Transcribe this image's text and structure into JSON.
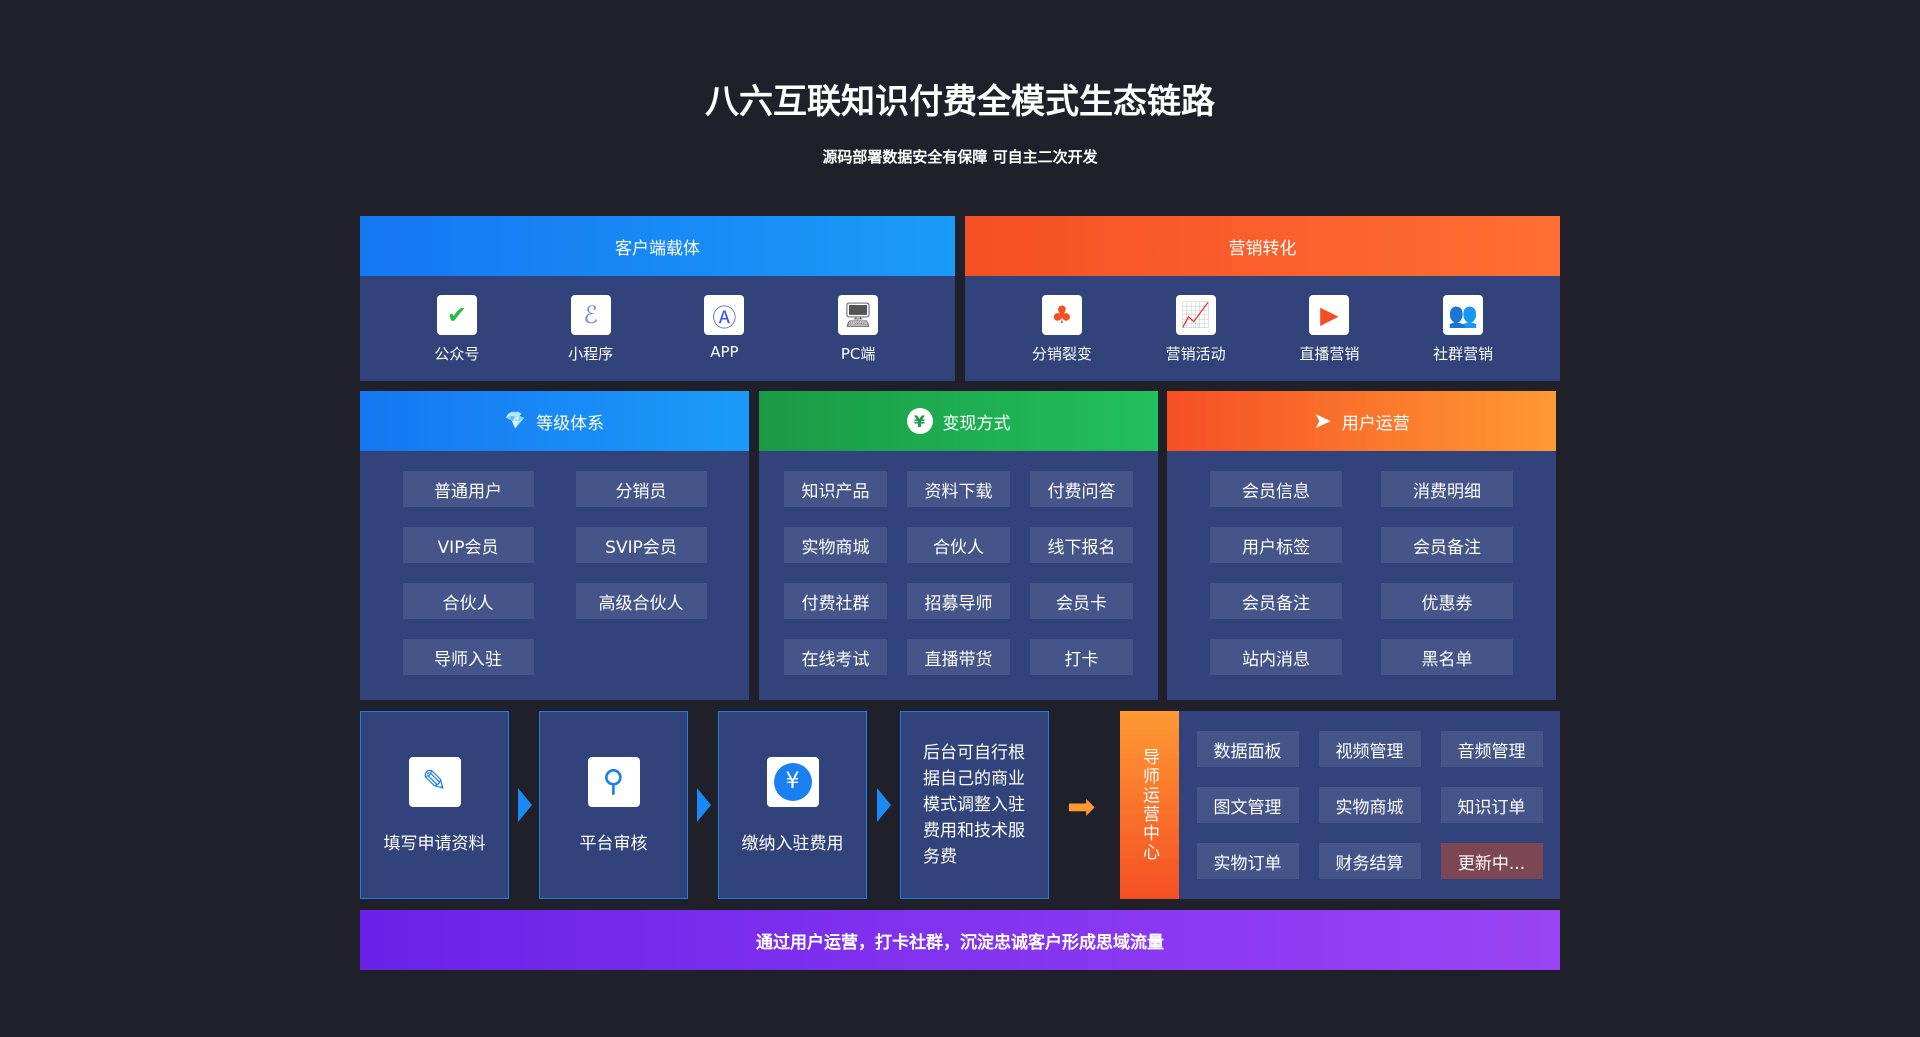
{
  "title": "八六互联知识付费全模式生态链路",
  "subtitle": "源码部署数据安全有保障  可自主二次开发",
  "client": {
    "title": "客户端载体",
    "items": [
      {
        "label": "公众号",
        "icon": "wechat-badge-icon"
      },
      {
        "label": "小程序",
        "icon": "mini-program-icon"
      },
      {
        "label": "APP",
        "icon": "app-icon"
      },
      {
        "label": "PC端",
        "icon": "monitor-icon"
      }
    ]
  },
  "marketing": {
    "title": "营销转化",
    "items": [
      {
        "label": "分销裂变",
        "icon": "org-chart-icon"
      },
      {
        "label": "营销活动",
        "icon": "chart-up-icon"
      },
      {
        "label": "直播营销",
        "icon": "live-tv-icon"
      },
      {
        "label": "社群营销",
        "icon": "group-icon"
      }
    ]
  },
  "levels": {
    "title": "等级体系",
    "items": [
      "普通用户",
      "分销员",
      "VIP会员",
      "SVIP会员",
      "合伙人",
      "高级合伙人",
      "导师入驻"
    ]
  },
  "monetize": {
    "title": "变现方式",
    "items": [
      "知识产品",
      "资料下载",
      "付费问答",
      "实物商城",
      "合伙人",
      "线下报名",
      "付费社群",
      "招募导师",
      "会员卡",
      "在线考试",
      "直播带货",
      "打卡"
    ]
  },
  "ops": {
    "title": "用户运营",
    "items": [
      "会员信息",
      "消费明细",
      "用户标签",
      "会员备注",
      "会员备注",
      "优惠券",
      "站内消息",
      "黑名单"
    ]
  },
  "steps": [
    {
      "label": "填写申请资料"
    },
    {
      "label": "平台审核"
    },
    {
      "label": "缴纳入驻费用"
    }
  ],
  "note": "后台可自行根据自己的商业模式调整入驻费用和技术服务费",
  "mentor": {
    "title": "导师运营中心",
    "items": [
      "数据面板",
      "视频管理",
      "音频管理",
      "图文管理",
      "实物商城",
      "知识订单",
      "实物订单",
      "财务结算",
      "更新中..."
    ]
  },
  "footer": "通过用户运营，打卡社群，沉淀忠诚客户形成思域流量"
}
